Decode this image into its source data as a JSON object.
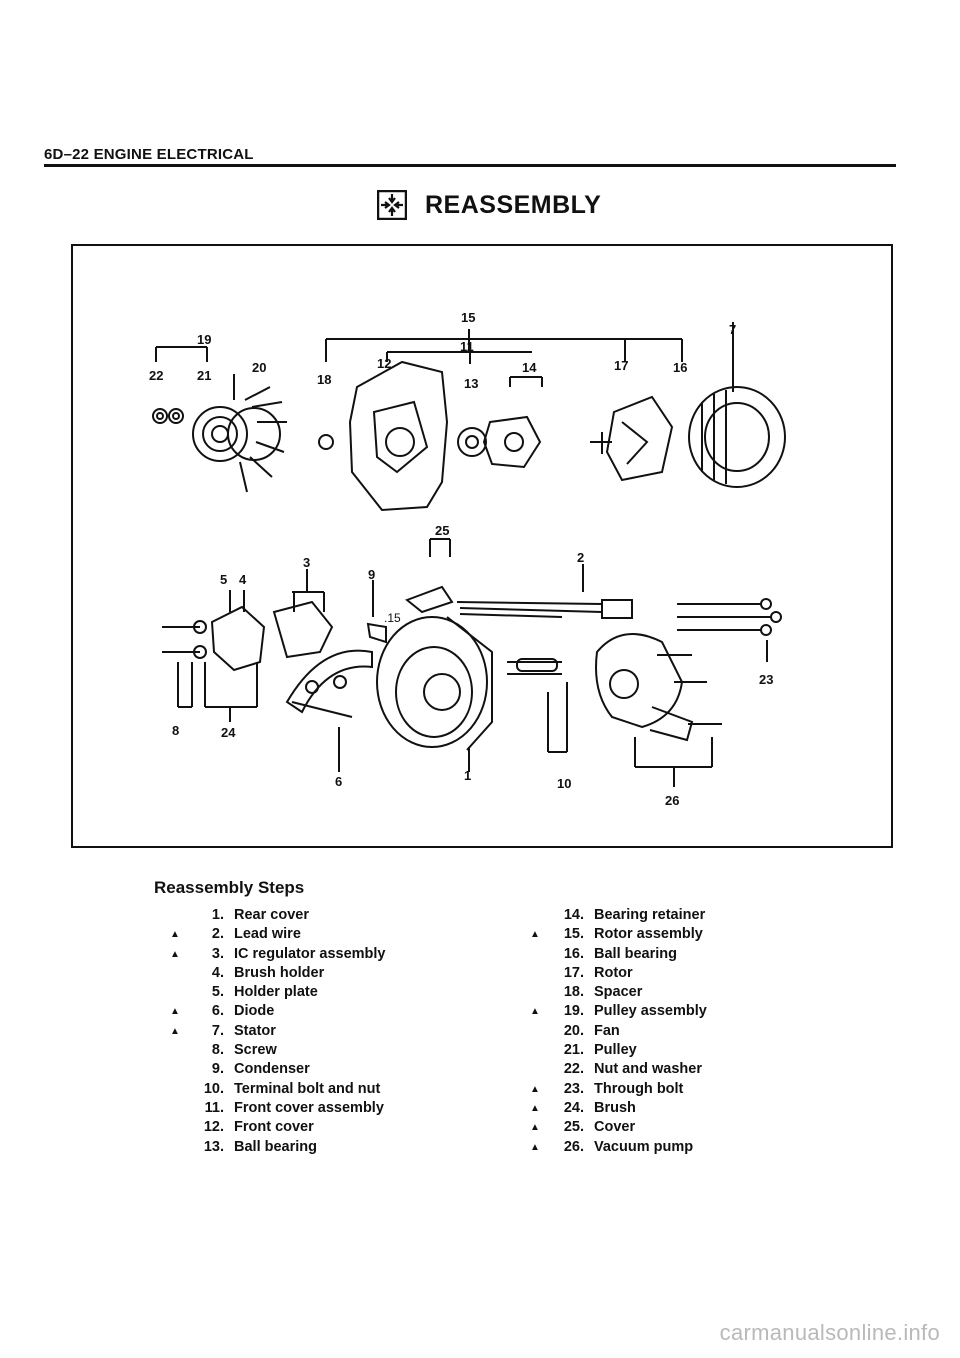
{
  "header": {
    "page_ref": "6D–22 ENGINE ELECTRICAL"
  },
  "section": {
    "title": "REASSEMBLY",
    "icon": "reassembly-icon"
  },
  "figure": {
    "callouts": [
      "1",
      "2",
      "3",
      "5",
      "4",
      "6",
      "7",
      "8",
      "9",
      ".15",
      "10",
      "11",
      "12",
      "13",
      "14",
      "15",
      "16",
      "17",
      "18",
      "19",
      "20",
      "21",
      "22",
      "23",
      "24",
      "25",
      "26"
    ]
  },
  "steps": {
    "title": "Reassembly Steps",
    "marker_symbol": "▲",
    "left": [
      {
        "num": "1.",
        "label": "Rear cover",
        "marked": false
      },
      {
        "num": "2.",
        "label": "Lead wire",
        "marked": true
      },
      {
        "num": "3.",
        "label": "IC regulator assembly",
        "marked": true
      },
      {
        "num": "4.",
        "label": "Brush holder",
        "marked": false
      },
      {
        "num": "5.",
        "label": "Holder plate",
        "marked": false
      },
      {
        "num": "6.",
        "label": "Diode",
        "marked": true
      },
      {
        "num": "7.",
        "label": "Stator",
        "marked": true
      },
      {
        "num": "8.",
        "label": "Screw",
        "marked": false
      },
      {
        "num": "9.",
        "label": "Condenser",
        "marked": false
      },
      {
        "num": "10.",
        "label": "Terminal bolt and nut",
        "marked": false
      },
      {
        "num": "11.",
        "label": "Front cover assembly",
        "marked": false
      },
      {
        "num": "12.",
        "label": "Front cover",
        "marked": false
      },
      {
        "num": "13.",
        "label": "Ball bearing",
        "marked": false
      }
    ],
    "right": [
      {
        "num": "14.",
        "label": "Bearing retainer",
        "marked": false
      },
      {
        "num": "15.",
        "label": "Rotor assembly",
        "marked": true
      },
      {
        "num": "16.",
        "label": "Ball bearing",
        "marked": false
      },
      {
        "num": "17.",
        "label": "Rotor",
        "marked": false
      },
      {
        "num": "18.",
        "label": "Spacer",
        "marked": false
      },
      {
        "num": "19.",
        "label": "Pulley assembly",
        "marked": true
      },
      {
        "num": "20.",
        "label": "Fan",
        "marked": false
      },
      {
        "num": "21.",
        "label": "Pulley",
        "marked": false
      },
      {
        "num": "22.",
        "label": "Nut and washer",
        "marked": false
      },
      {
        "num": "23.",
        "label": "Through bolt",
        "marked": true
      },
      {
        "num": "24.",
        "label": "Brush",
        "marked": true
      },
      {
        "num": "25.",
        "label": "Cover",
        "marked": true
      },
      {
        "num": "26.",
        "label": "Vacuum pump",
        "marked": true
      }
    ]
  },
  "watermark": "carmanualsonline.info"
}
